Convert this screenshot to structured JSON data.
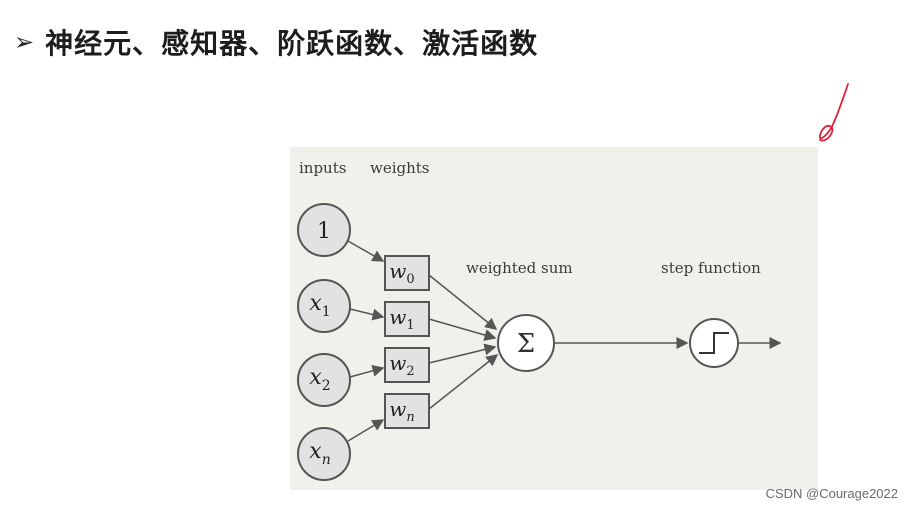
{
  "slide": {
    "bullet": "➢",
    "title": "神经元、感知器、阶跃函数、激活函数"
  },
  "diagram": {
    "header_inputs": "inputs",
    "header_weights": "weights",
    "inputs": [
      {
        "base": "1",
        "sub": ""
      },
      {
        "base": "x",
        "sub": "1"
      },
      {
        "base": "x",
        "sub": "2"
      },
      {
        "base": "x",
        "sub": "n"
      }
    ],
    "weights": [
      {
        "base": "w",
        "sub": "0"
      },
      {
        "base": "w",
        "sub": "1"
      },
      {
        "base": "w",
        "sub": "2"
      },
      {
        "base": "w",
        "sub": "n"
      }
    ],
    "sum_label": "weighted sum",
    "sum_symbol": "Σ",
    "step_label": "step function"
  },
  "watermark": "CSDN @Courage2022",
  "colors": {
    "figure_bg": "#f1f1ec",
    "node_fill": "#e2e2e2",
    "stroke": "#555555",
    "annotation": "#e0203a"
  }
}
